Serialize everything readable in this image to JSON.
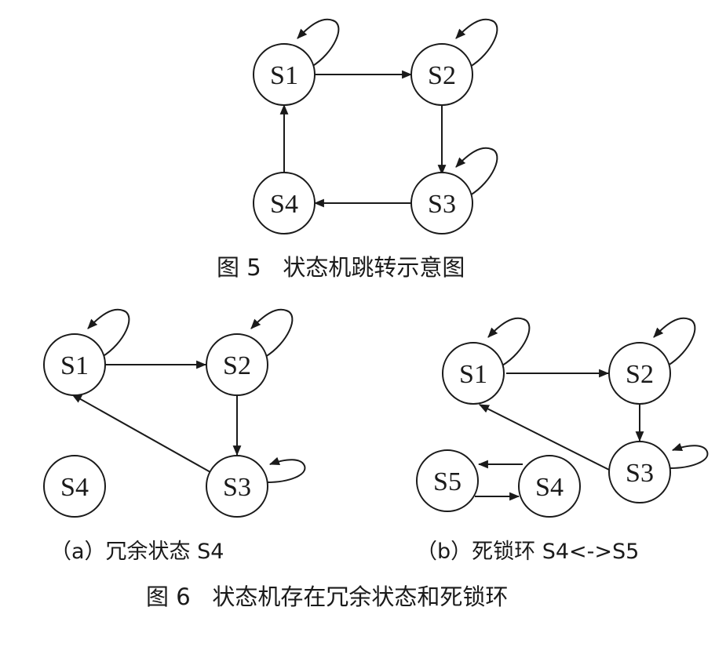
{
  "figure5": {
    "caption": "图 5   状态机跳转示意图",
    "nodes": [
      "S1",
      "S2",
      "S3",
      "S4"
    ],
    "edges": [
      {
        "from": "S1",
        "to": "S2"
      },
      {
        "from": "S2",
        "to": "S3"
      },
      {
        "from": "S3",
        "to": "S4"
      },
      {
        "from": "S4",
        "to": "S1"
      }
    ],
    "self_loops": [
      "S1",
      "S2",
      "S3"
    ]
  },
  "figure6": {
    "caption": "图 6   状态机存在冗余状态和死锁环",
    "panel_a": {
      "caption": "（a）冗余状态 S4",
      "nodes": [
        "S1",
        "S2",
        "S3",
        "S4"
      ],
      "edges": [
        {
          "from": "S1",
          "to": "S2"
        },
        {
          "from": "S2",
          "to": "S3"
        },
        {
          "from": "S3",
          "to": "S1"
        }
      ],
      "self_loops": [
        "S1",
        "S2",
        "S3"
      ]
    },
    "panel_b": {
      "caption": "（b）死锁环 S4<->S5",
      "nodes": [
        "S1",
        "S2",
        "S3",
        "S4",
        "S5"
      ],
      "edges": [
        {
          "from": "S1",
          "to": "S2"
        },
        {
          "from": "S2",
          "to": "S3"
        },
        {
          "from": "S3",
          "to": "S1"
        },
        {
          "from": "S4",
          "to": "S5"
        },
        {
          "from": "S5",
          "to": "S4"
        }
      ],
      "self_loops": [
        "S1",
        "S2",
        "S3"
      ]
    }
  }
}
